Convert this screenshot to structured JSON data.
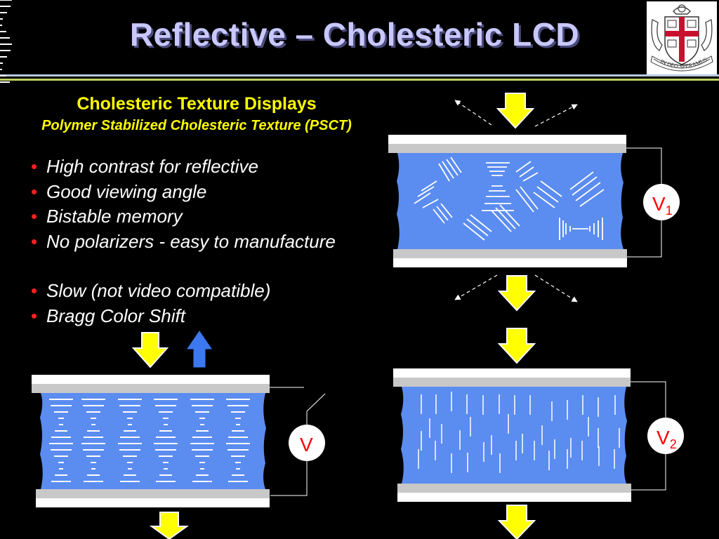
{
  "title": "Reflective – Cholesteric LCD",
  "crest": {
    "motto": "IN DEO SPERAMUS"
  },
  "heading": {
    "main": "Cholesteric Texture Displays",
    "sub": "Polymer Stabilized Cholesteric Texture (PSCT)"
  },
  "pros": [
    "High contrast for reflective",
    "Good viewing angle",
    "Bistable memory",
    "No polarizers - easy to manufacture"
  ],
  "cons": [
    "Slow (not video compatible)",
    "Bragg Color Shift"
  ],
  "bullet_symbol": "•",
  "voltages": {
    "v": {
      "base": "V",
      "sub": ""
    },
    "v1": {
      "base": "V",
      "sub": "1"
    },
    "v2": {
      "base": "V",
      "sub": "2"
    }
  },
  "colors": {
    "background": "#000000",
    "title": "#c8c8ff",
    "heading": "#ffff00",
    "bullet": "#ff2020",
    "liquid_crystal": "#5b8cf0",
    "arrow": "#ffff00",
    "arrow_reflected": "#3c78f0",
    "voltage_label": "#ff0000"
  },
  "icons": [
    "down-arrow-icon",
    "up-arrow-icon",
    "crest-logo-icon"
  ]
}
